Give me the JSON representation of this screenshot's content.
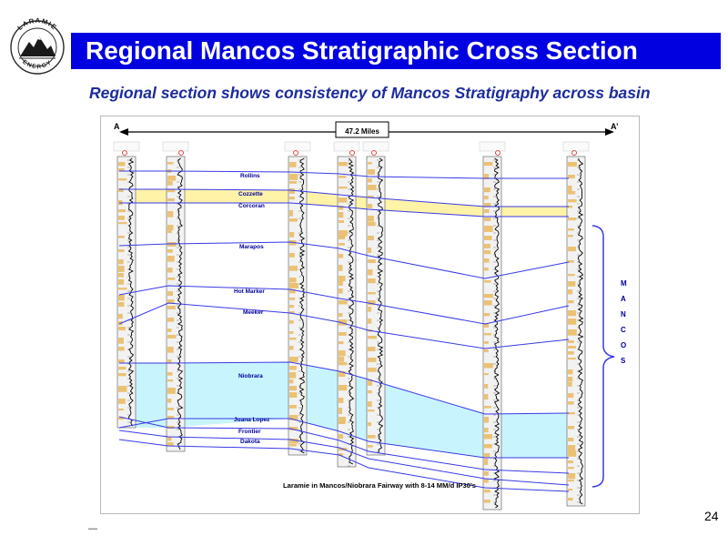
{
  "logo": {
    "top_text": "LARAMIE",
    "bottom_text": "ENERGY",
    "icon": "mountain-peak-icon"
  },
  "title": "Regional Mancos Stratigraphic Cross Section",
  "subtitle": "Regional section shows consistency of Mancos Stratigraphy across basin",
  "section": {
    "endpoint_left": "A",
    "endpoint_right": "A’",
    "distance_label": "47.2 Miles",
    "formations": [
      "Rollins",
      "Cozzette",
      "Corcoran",
      "Marapos",
      "Hot Marker",
      "Meeker",
      "Niobrara",
      "Juana Lopez",
      "Frontier",
      "Dakota"
    ],
    "group_label": [
      "M",
      "A",
      "N",
      "C",
      "O",
      "S"
    ],
    "caption": "Laramie in Mancos/Niobrara Fairway with 8-14 MM/d IP30’s"
  },
  "page_number": "24",
  "colors": {
    "title_bar": "#0000e0",
    "subtitle": "#1c2c9c",
    "sand": "#fff3a8",
    "niobrara": "#c8f4fd",
    "correlation": "#3a3ae6",
    "log_fill": "#e8b24a"
  }
}
